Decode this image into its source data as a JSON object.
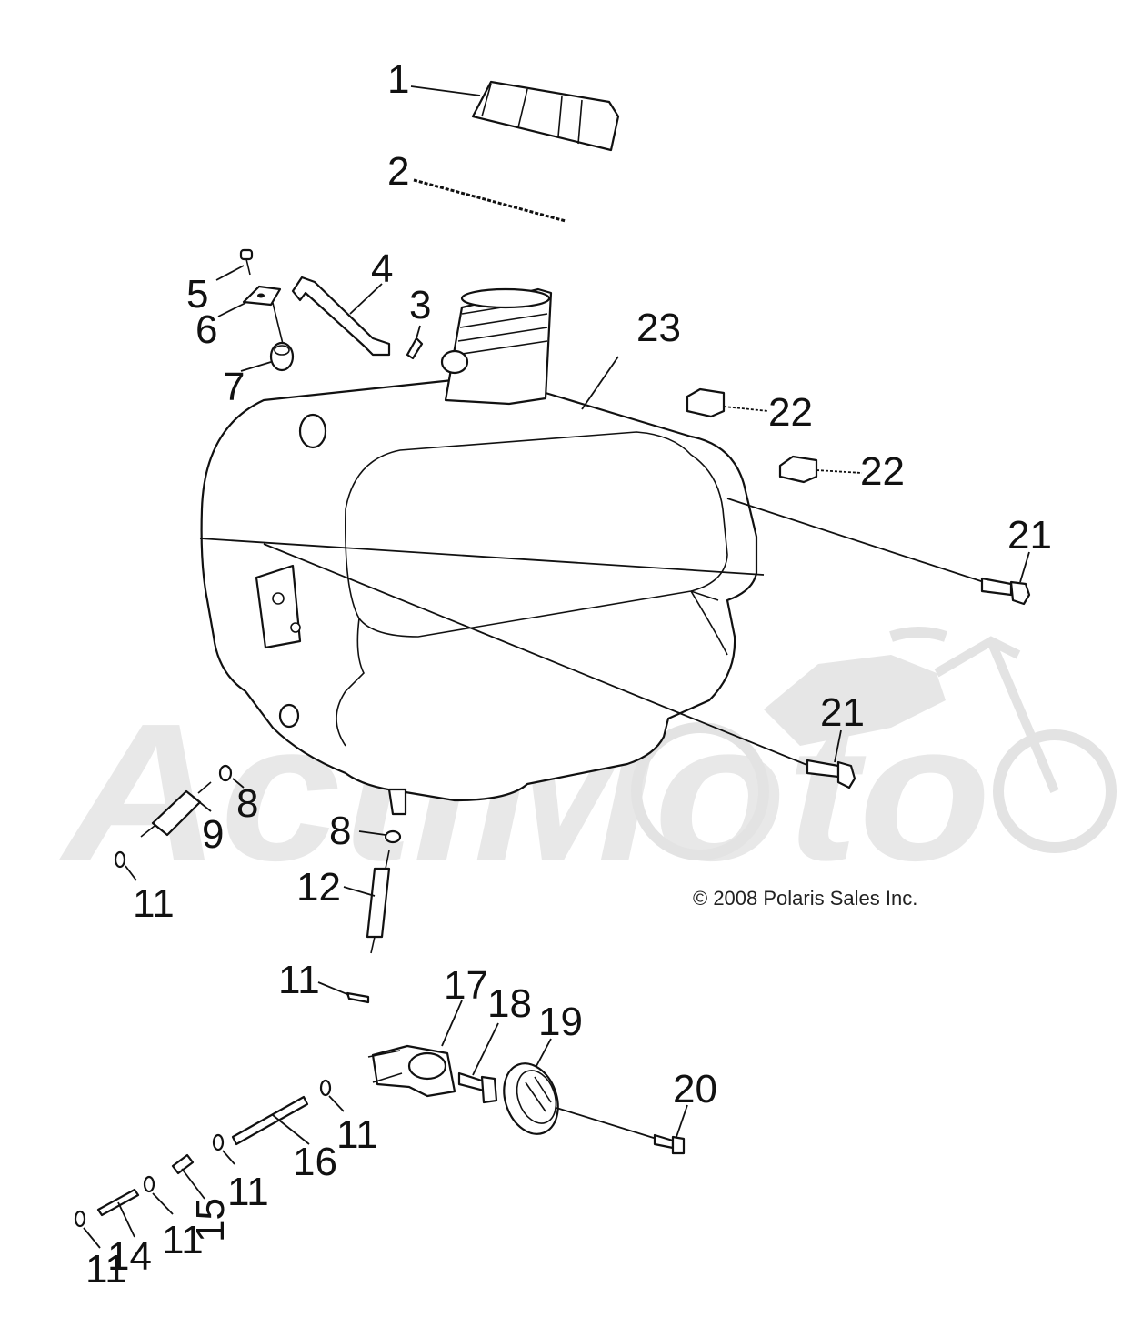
{
  "watermark": {
    "text": "ActiMoto"
  },
  "copyright": "© 2008 Polaris Sales Inc.",
  "callouts": [
    {
      "id": "c1",
      "label": "1"
    },
    {
      "id": "c2",
      "label": "2"
    },
    {
      "id": "c3",
      "label": "3"
    },
    {
      "id": "c4",
      "label": "4"
    },
    {
      "id": "c5",
      "label": "5"
    },
    {
      "id": "c6",
      "label": "6"
    },
    {
      "id": "c7",
      "label": "7"
    },
    {
      "id": "c8a",
      "label": "8"
    },
    {
      "id": "c8b",
      "label": "8"
    },
    {
      "id": "c9",
      "label": "9"
    },
    {
      "id": "c11a",
      "label": "11"
    },
    {
      "id": "c11b",
      "label": "11"
    },
    {
      "id": "c11c",
      "label": "11"
    },
    {
      "id": "c11d",
      "label": "11"
    },
    {
      "id": "c11e",
      "label": "11"
    },
    {
      "id": "c11f",
      "label": "11"
    },
    {
      "id": "c12",
      "label": "12"
    },
    {
      "id": "c14",
      "label": "14"
    },
    {
      "id": "c15",
      "label": "15"
    },
    {
      "id": "c16",
      "label": "16"
    },
    {
      "id": "c17",
      "label": "17"
    },
    {
      "id": "c18",
      "label": "18"
    },
    {
      "id": "c19",
      "label": "19"
    },
    {
      "id": "c20",
      "label": "20"
    },
    {
      "id": "c21a",
      "label": "21"
    },
    {
      "id": "c21b",
      "label": "21"
    },
    {
      "id": "c22a",
      "label": "22"
    },
    {
      "id": "c22b",
      "label": "22"
    },
    {
      "id": "c23",
      "label": "23"
    }
  ]
}
